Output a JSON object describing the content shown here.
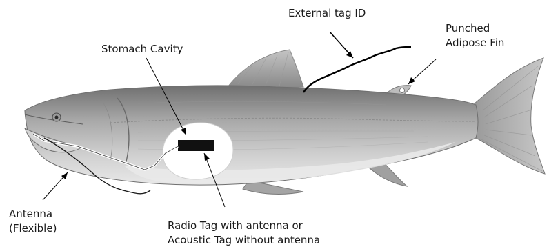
{
  "labels": {
    "external_tag": "External tag ID",
    "adipose": [
      "Punched",
      "Adipose Fin"
    ],
    "stomach": "Stomach Cavity",
    "antenna": [
      "Antenna",
      "(Flexible)"
    ],
    "radio_tag": [
      "Radio Tag with antenna or",
      "Acoustic Tag without antenna"
    ]
  },
  "colors": {
    "background": "#ffffff",
    "fish_body": "#a9a9a9",
    "fish_belly": "#e4e4e4",
    "fish_back": "#7c7c7c",
    "ink": "#000000",
    "tag": "#111111"
  },
  "icons": {
    "fish": "salmon-illustration",
    "tag": "tag-block"
  }
}
